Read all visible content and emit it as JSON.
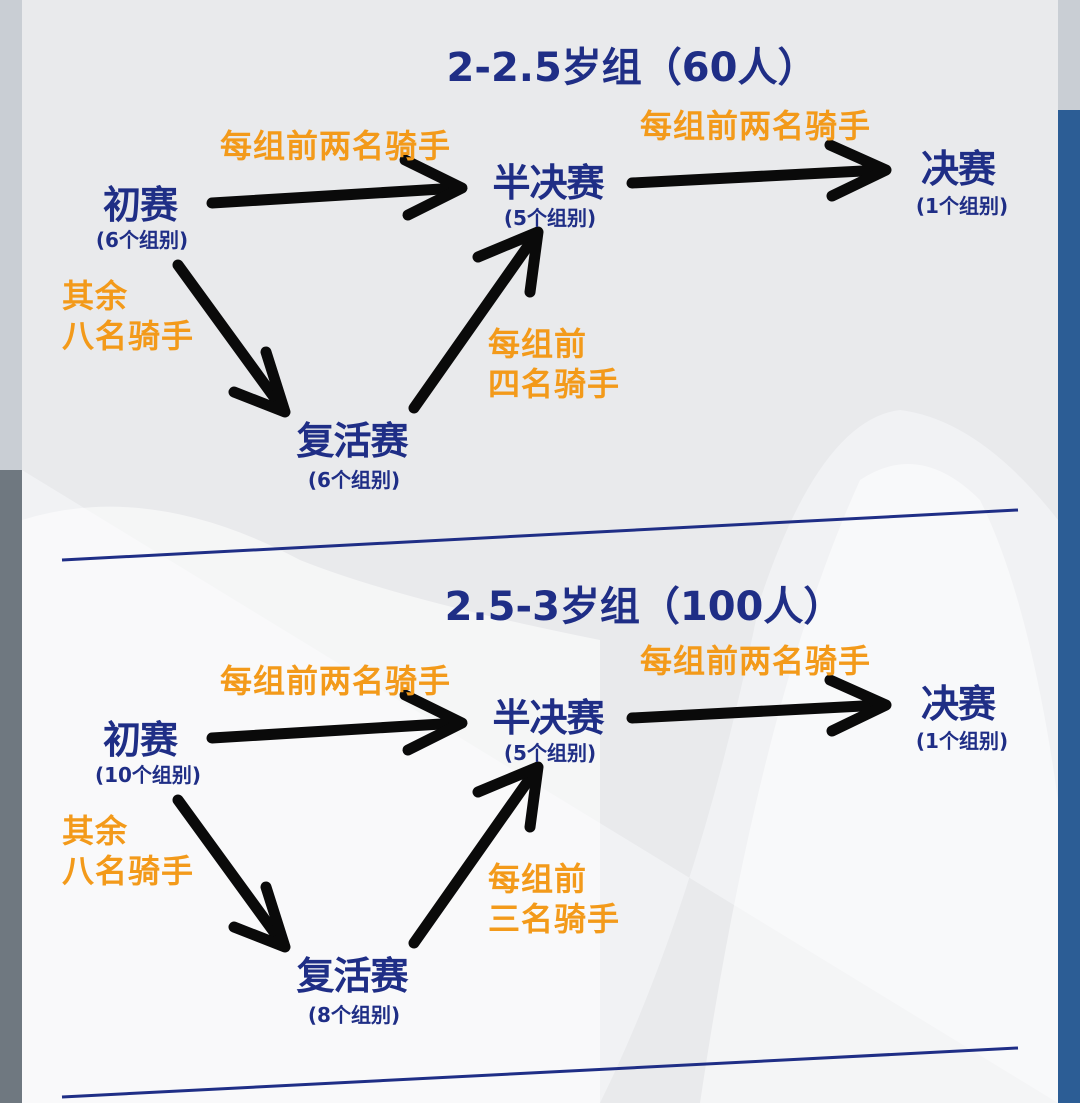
{
  "colors": {
    "navy": "#1f2e86",
    "orange": "#f39a1a",
    "arrow": "#0a0a0a",
    "panel": "#eaebed"
  },
  "sections": [
    {
      "title": "2-2.5岁组（60人）",
      "prelim": {
        "name": "初赛",
        "groups": "(6个组别)"
      },
      "semi": {
        "name": "半决赛",
        "groups": "(5个组别)"
      },
      "final": {
        "name": "决赛",
        "groups": "(1个组别)"
      },
      "repechage": {
        "name": "复活赛",
        "groups": "(6个组别)"
      },
      "advance_prelim_to_semi": "每组前两名骑手",
      "advance_semi_to_final": "每组前两名骑手",
      "rest_line1": "其余",
      "rest_line2": "八名骑手",
      "rep_adv_line1": "每组前",
      "rep_adv_line2": "四名骑手"
    },
    {
      "title": "2.5-3岁组（100人）",
      "prelim": {
        "name": "初赛",
        "groups": "(10个组别)"
      },
      "semi": {
        "name": "半决赛",
        "groups": "(5个组别)"
      },
      "final": {
        "name": "决赛",
        "groups": "(1个组别)"
      },
      "repechage": {
        "name": "复活赛",
        "groups": "(8个组别)"
      },
      "advance_prelim_to_semi": "每组前两名骑手",
      "advance_semi_to_final": "每组前两名骑手",
      "rest_line1": "其余",
      "rest_line2": "八名骑手",
      "rep_adv_line1": "每组前",
      "rep_adv_line2": "三名骑手"
    }
  ]
}
